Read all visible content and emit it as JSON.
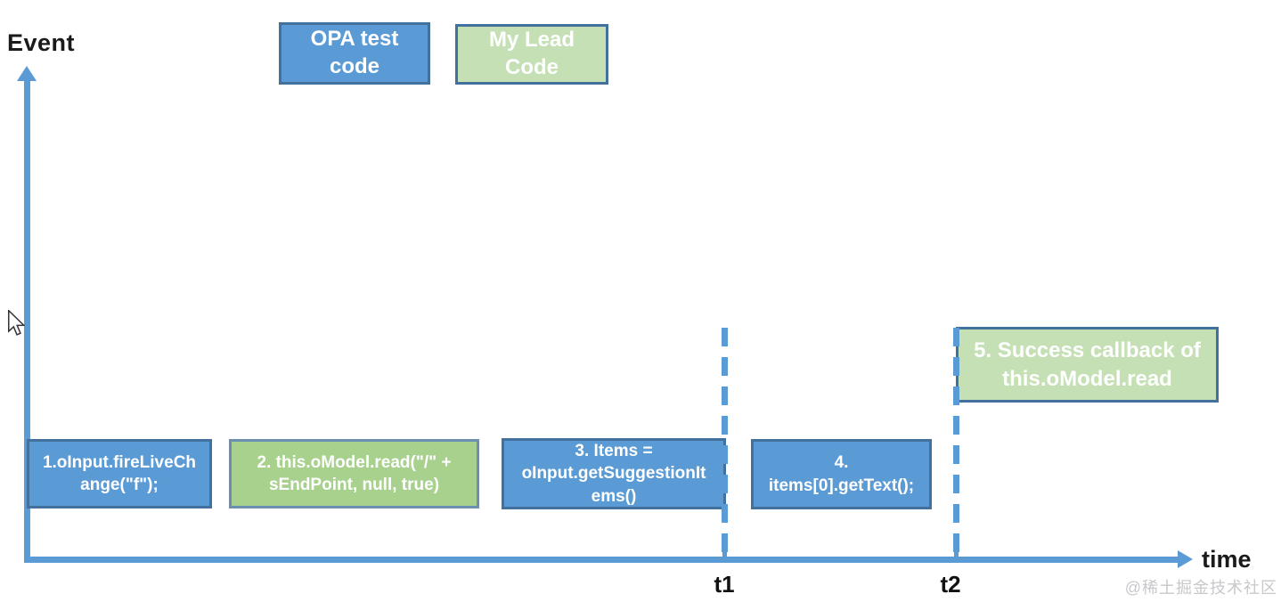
{
  "axes": {
    "y_label": "Event",
    "x_label": "time",
    "t1_label": "t1",
    "t2_label": "t2",
    "axis_color": "#5b9bd5"
  },
  "legend": [
    {
      "label": "OPA test\ncode",
      "fill": "#5b9bd5",
      "border": "#41719c"
    },
    {
      "label": "My Lead\nCode",
      "fill": "#c5e0b4",
      "border": "#41719c"
    }
  ],
  "events": [
    {
      "n": 1,
      "label": "1.oInput.fireLiveCh\nange(\"f\");",
      "category": "OPA test code",
      "fill": "#5b9bd5"
    },
    {
      "n": 2,
      "label": "2. this.oModel.read(\"/\" +\nsEndPoint, null, true)",
      "category": "My Lead Code",
      "fill": "#a9d18e"
    },
    {
      "n": 3,
      "label": "3. Items =\noInput.getSuggestionIt\nems()",
      "category": "OPA test code",
      "fill": "#5b9bd5"
    },
    {
      "n": 4,
      "label": "4.\nitems[0].getText();",
      "category": "OPA test code",
      "fill": "#5b9bd5"
    },
    {
      "n": 5,
      "label": "5. Success callback of\nthis.oModel.read",
      "category": "My Lead Code",
      "fill": "#c5e0b4"
    }
  ],
  "markers": {
    "dashed_line_color": "#5b9bd5"
  },
  "watermark": "@稀土掘金技术社区"
}
